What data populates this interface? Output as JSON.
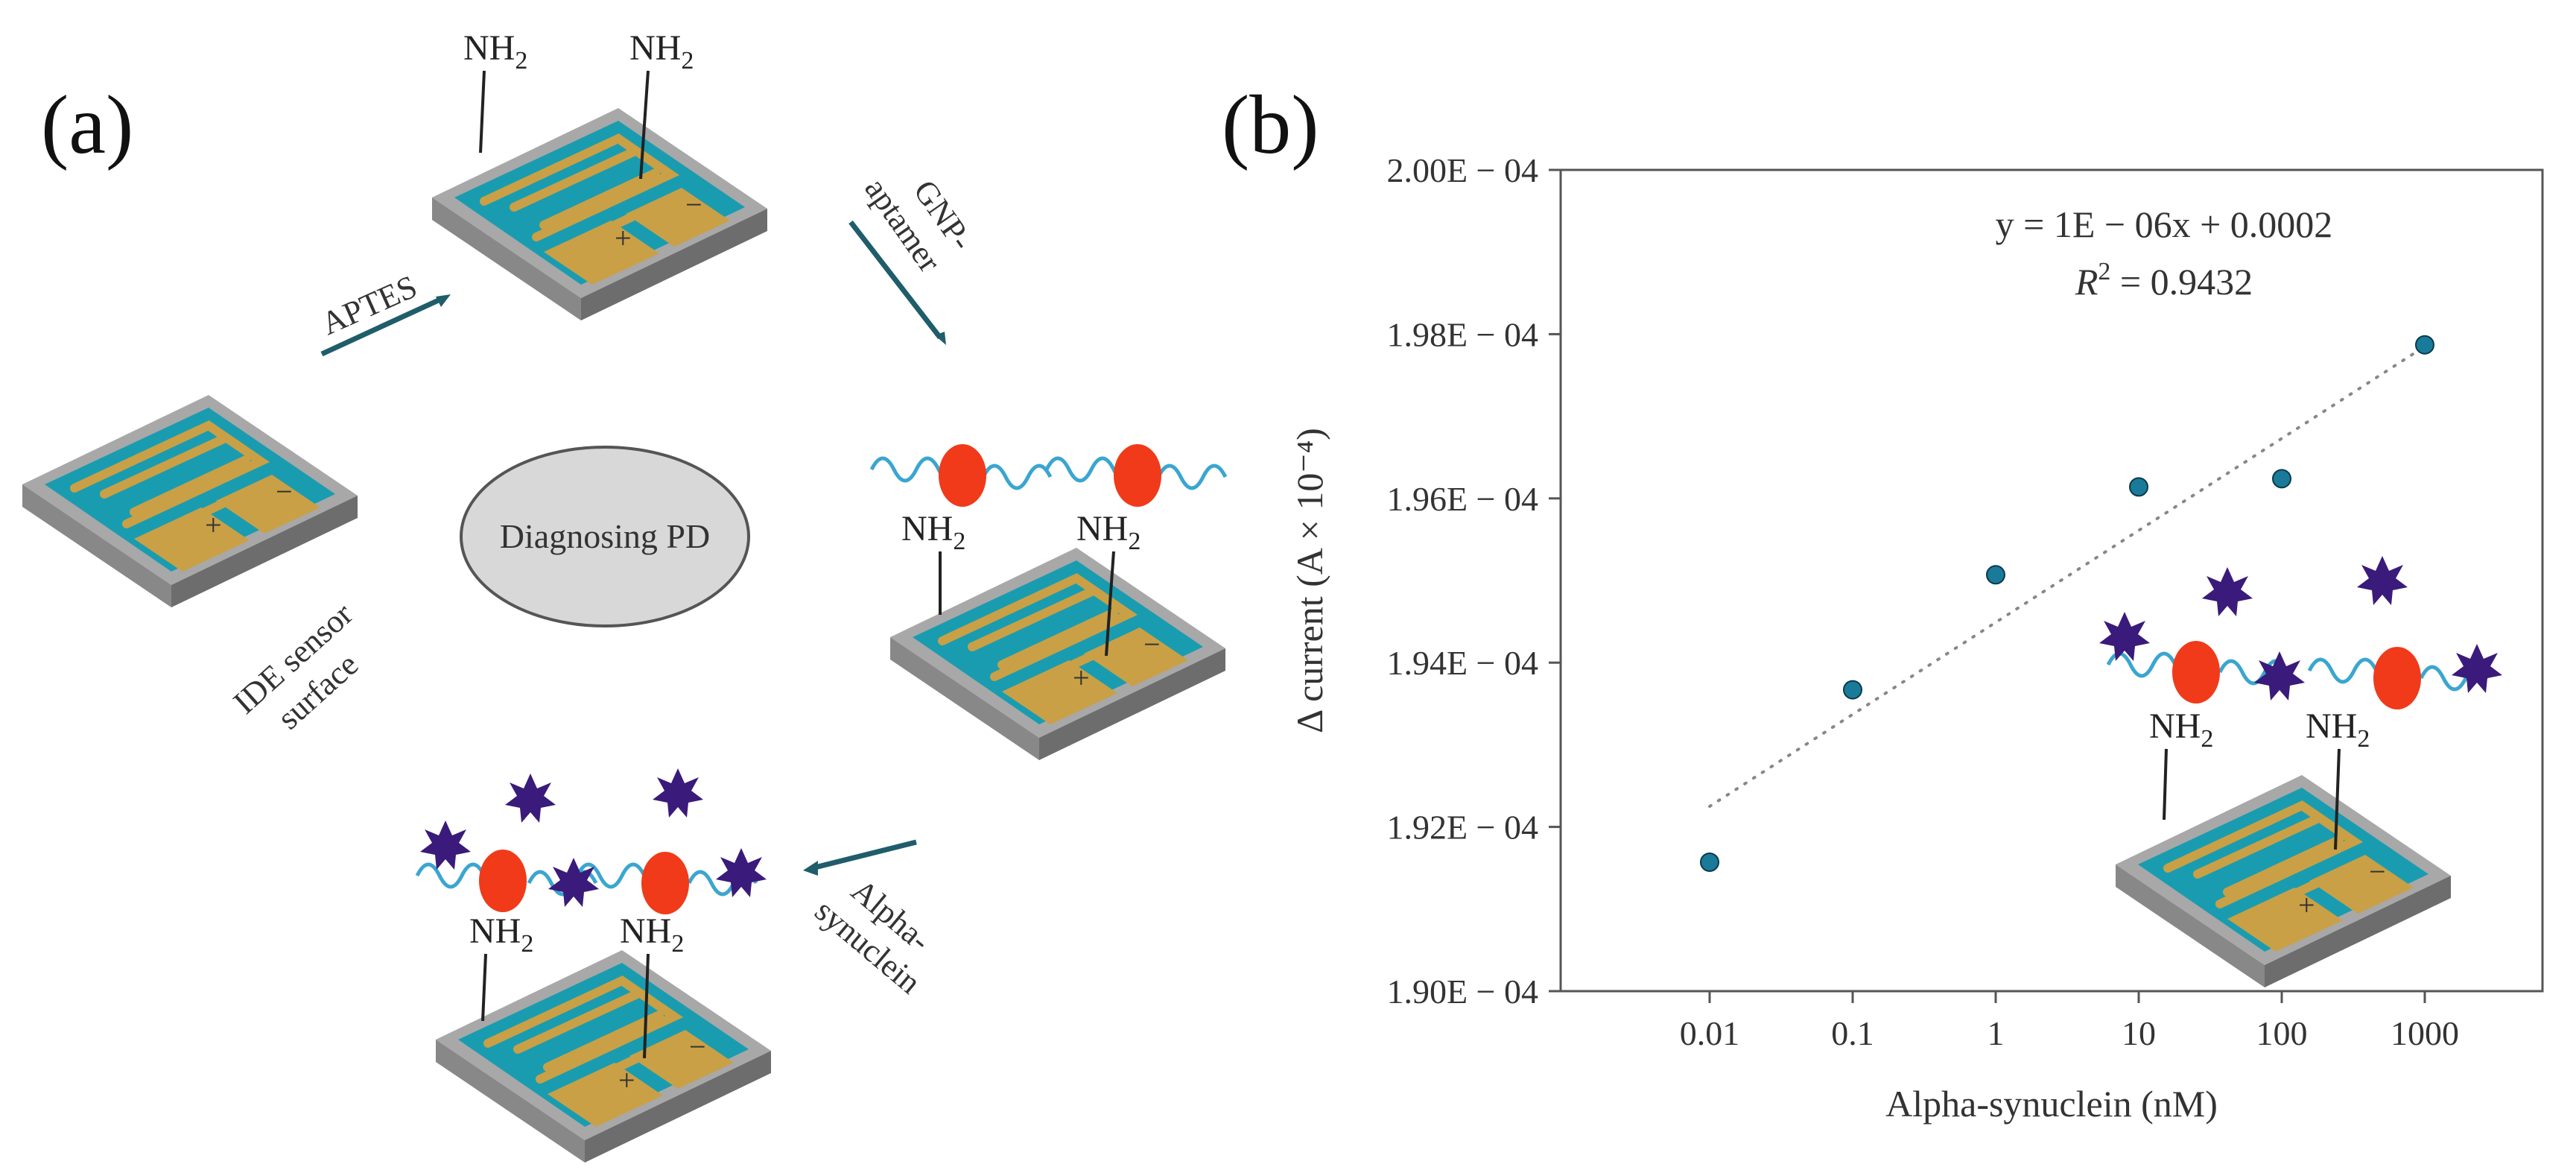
{
  "panel_a": {
    "label": "(a)",
    "center_label": "Diagnosing PD",
    "amine_label": "NH",
    "amine_subscript": "2",
    "steps": {
      "aptes": "APTES",
      "gnp_line1": "GNP-",
      "gnp_line2": "aptamer",
      "alpha_line1": "Alpha-",
      "alpha_line2": "synuclein"
    },
    "sensor_caption_line1": "IDE sensor",
    "sensor_caption_line2": "surface",
    "electrode_plus": "+",
    "electrode_minus": "−",
    "colors": {
      "substrate": "#1a9cb0",
      "electrode": "#c9a046",
      "gnp": "#f03a1a",
      "protein": "#3a1a7a",
      "aptamer": "#3aa6d0",
      "base": "#a8a8a8"
    }
  },
  "panel_b": {
    "label": "(b)",
    "equation": "y = 1E − 06x + 0.0002",
    "r2_prefix": "R",
    "r2_superscript": "2",
    "r2_value": " = 0.9432"
  },
  "chart_data": {
    "type": "scatter",
    "xscale": "log",
    "xlabel": "Alpha-synuclein (nM)",
    "ylabel": "Δ current (A × 10⁻⁴)",
    "x_ticks": [
      0.01,
      0.1,
      1,
      10,
      100,
      1000
    ],
    "x_tick_labels": [
      "0.01",
      "0.1",
      "1",
      "10",
      "100",
      "1000"
    ],
    "y_ticks": [
      0.00019,
      0.000192,
      0.000194,
      0.000196,
      0.000198,
      0.0002
    ],
    "y_tick_labels": [
      "1.90E − 04",
      "1.92E − 04",
      "1.94E − 04",
      "1.96E − 04",
      "1.98E − 04",
      "2.00E − 04"
    ],
    "ylim": [
      0.00019,
      0.0002
    ],
    "grid": false,
    "series": [
      {
        "x": [
          0.01,
          0.1,
          1,
          10,
          100,
          1000
        ],
        "y": [
          0.00019157,
          0.00019367,
          0.00019507,
          0.00019614,
          0.00019624,
          0.00019787
        ],
        "color": "#1a7a9a"
      }
    ],
    "trendline": {
      "x": [
        0.01,
        1000
      ],
      "y": [
        0.00019225,
        0.00019785
      ],
      "style": "dotted"
    }
  }
}
